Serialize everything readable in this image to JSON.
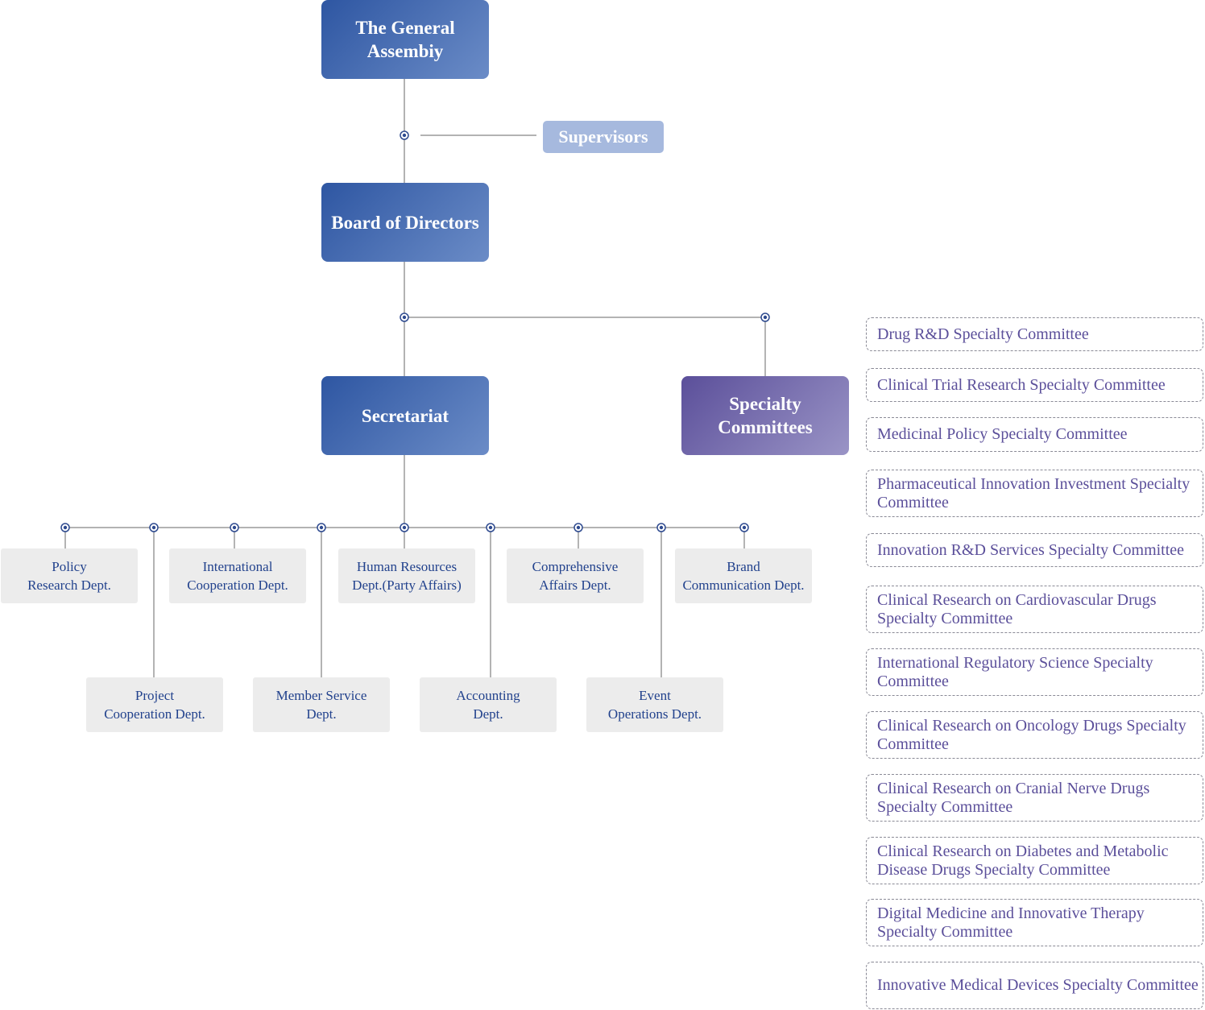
{
  "top": {
    "assembly": "The General Assembiy",
    "supervisors": "Supervisors",
    "board": "Board of Directors",
    "secretariat": "Secretariat",
    "specialty": "Specialty Committees"
  },
  "departments_top": [
    "Policy\nResearch Dept.",
    "International\nCooperation Dept.",
    "Human Resources\nDept.(Party Affairs)",
    "Comprehensive\nAffairs Dept.",
    "Brand\nCommunication Dept."
  ],
  "departments_bottom": [
    "Project\nCooperation Dept.",
    "Member Service\nDept.",
    "Accounting\nDept.",
    "Event\nOperations Dept."
  ],
  "committees": [
    "Drug R&D Specialty Committee",
    "Clinical Trial Research Specialty Committee",
    "Medicinal Policy Specialty Committee",
    "Pharmaceutical Innovation Investment Specialty Committee",
    "Innovation R&D Services Specialty Committee",
    "Clinical Research on Cardiovascular Drugs Specialty Committee",
    "International Regulatory Science Specialty Committee",
    "Clinical Research on Oncology Drugs Specialty Committee",
    "Clinical Research on Cranial Nerve Drugs Specialty Committee",
    "Clinical Research on Diabetes and Metabolic Disease Drugs Specialty Committee",
    "Digital Medicine and Innovative Therapy Specialty Committee",
    "Innovative Medical Devices Specialty Committee"
  ],
  "colors": {
    "primary": "#2e56a2",
    "primary_light": "#6b8cc7",
    "specialty": "#5b4f9a",
    "supervisors": "#a6b9de",
    "dept_bg": "#ececec",
    "dept_text": "#22428d",
    "connector": "#9a9a9a",
    "node": "#2e4a8f"
  }
}
